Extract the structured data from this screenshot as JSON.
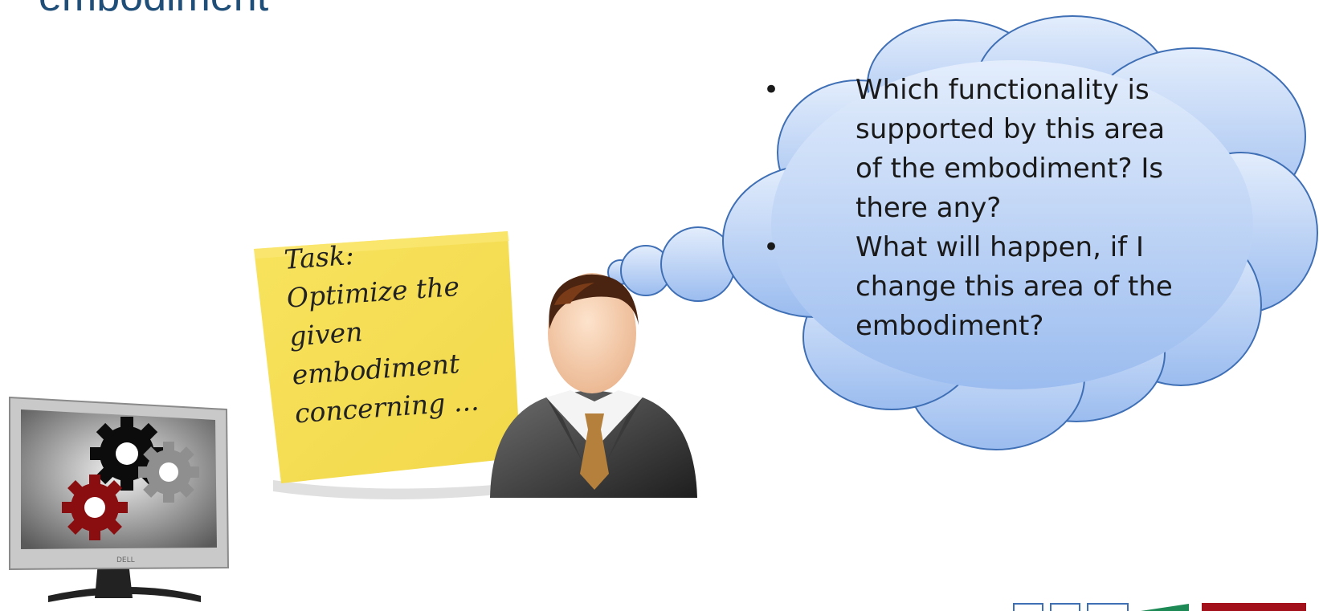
{
  "slide": {
    "title": "embodiment"
  },
  "note": {
    "lines": [
      "Task:",
      "Optimize the",
      "given",
      "embodiment",
      "concerning ..."
    ]
  },
  "thought_cloud": {
    "bullet_symbol": "•",
    "bullets": [
      "Which functionality is supported by this area of the embodiment? Is there any?",
      "What will happen, if I change this area of the embodiment?"
    ]
  },
  "monitor": {
    "brand": "DELL"
  },
  "colors": {
    "title": "#1f4e79",
    "cloud_fill_top": "#dbe8fb",
    "cloud_fill_bottom": "#9ebff0",
    "cloud_stroke": "#3f6fb5",
    "note": "#f6df53",
    "gear_black": "#0c0c0c",
    "gear_red": "#8a0d10",
    "gear_gray": "#8f8f8f",
    "logo_red": "#a3121b",
    "logo_green": "#1d8a55"
  },
  "icons": [
    "sticky-note-icon",
    "businessman-icon",
    "monitor-icon",
    "gears-icon",
    "thought-cloud-icon",
    "university-logo-icon"
  ]
}
